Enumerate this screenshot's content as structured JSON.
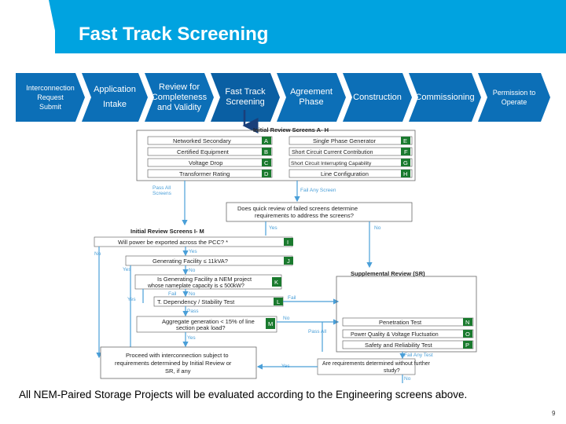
{
  "slide": {
    "title": "Fast Track Screening",
    "page_number": "9",
    "footer_note": "All NEM-Paired Storage Projects will be evaluated according to the  Engineering screens above."
  },
  "process_steps": [
    {
      "label_1": "Interconnection",
      "label_2": "Request Submit"
    },
    {
      "label_1": "Application",
      "label_2": "Intake"
    },
    {
      "label_1": "Review for",
      "label_2": "Completeness",
      "label_3": "and Validity"
    },
    {
      "label_1": "Fast Track",
      "label_2": "Screening"
    },
    {
      "label_1": "Agreement",
      "label_2": "Phase"
    },
    {
      "label_1": "Construction"
    },
    {
      "label_1": "Commissioning"
    },
    {
      "label_1": "Permission to",
      "label_2": "Operate"
    }
  ],
  "colors": {
    "header": "#00a3e0",
    "chevron": "#0c6fb7",
    "screen_letter": "#1a7a2e",
    "arrow": "#4a9fd8"
  },
  "initial_review_ah": {
    "title": "Initial Review Screens A- H",
    "left": [
      {
        "label": "Networked Secondary",
        "letter": "A"
      },
      {
        "label": "Certified Equipment",
        "letter": "B"
      },
      {
        "label": "Voltage Drop",
        "letter": "C"
      },
      {
        "label": "Transformer Rating",
        "letter": "D"
      }
    ],
    "right": [
      {
        "label": "Single Phase Generator",
        "letter": "E"
      },
      {
        "label": "Short Circuit Current Contribution",
        "letter": "F"
      },
      {
        "label": "Short Circuit Interrupting Capability",
        "letter": "G"
      },
      {
        "label": "Line Configuration",
        "letter": "H"
      }
    ]
  },
  "flow_labels": {
    "pass_all_1": "Pass All",
    "pass_all_2": "Screens",
    "fail_any_screen": "Fail Any Screen",
    "quick_review_1": "Does quick review of failed screens determine",
    "quick_review_2": "requirements to address the screens?",
    "yes": "Yes",
    "no": "No",
    "fail": "Fail",
    "pass": "Pass",
    "pass_all": "Pass All",
    "fail_any_test": "Fail Any Test"
  },
  "initial_review_im": {
    "title": "Initial Review Screens I- M",
    "i": {
      "label": "Will power be exported across the PCC? *",
      "letter": "I"
    },
    "j": {
      "label": "Generating Facility ≤ 11kVA?",
      "letter": "J"
    },
    "k": {
      "label_1": "Is Generating Facility a NEM project",
      "label_2": "whose nameplate capacity is ≤ 500kW?",
      "letter": "K"
    },
    "l": {
      "label": "T. Dependency / Stability Test",
      "letter": "L"
    },
    "m": {
      "label_1": "Aggregate generation < 15% of line",
      "label_2": "section peak load?",
      "letter": "M"
    }
  },
  "supplemental_review": {
    "title": "Supplemental Review (SR)",
    "tests": [
      {
        "label": "Penetration Test",
        "letter": "N"
      },
      {
        "label": "Power Quality & Voltage Fluctuation",
        "letter": "O"
      },
      {
        "label": "Safety and Reliability Test",
        "letter": "P"
      }
    ],
    "question_1": "Are requirements  determined without further",
    "question_2": "study?"
  },
  "proceed": {
    "line_1": "Proceed with interconnection subject to",
    "line_2": "requirements determined by Initial Review or",
    "line_3": "SR, if any"
  }
}
